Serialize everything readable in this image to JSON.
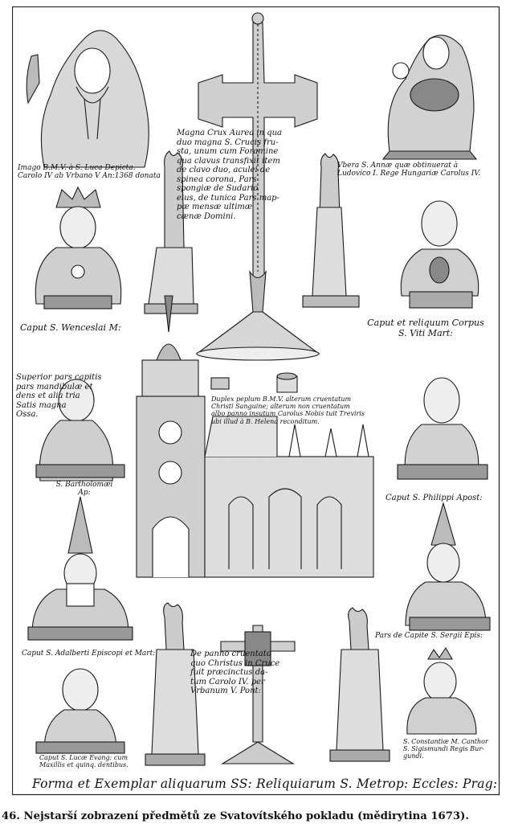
{
  "engraving": {
    "labels": {
      "imago": "Imago B.M.V. à S. Luca Depicta.\nCarolo IV ab Vrbano V An:1368 donata",
      "ubera": "Vbera S. Annæ quæ obtinuerat à\nLudovico I. Rege Hungariæ Carolus IV.",
      "magna_crux": "Magna Crux Aurea in qua\nduo magna S. Crucis fru-\nsta, unum cum Foramine\nqua clavus transfixit item\nde clavo duo, aculei de\nspinea corona, Pars\nspongiæ de Sudario\neius, de tunica Pars map-\npæ mensæ ultimæ\ncænæ Domini.",
      "caput_wenceslai": "Caput S. Wenceslai M:",
      "caput_viti": "Caput et reliquum Corpus\nS. Viti Mart:",
      "superior_pars": "Superior pars capitis\npars mandibulæ et\ndens et alia tria\nSatis magna\nOssa.",
      "bartholomaei": "S. Bartholomæi\nAp:",
      "duplex_peplum": "Duplex peplum B.M.V. alterum cruentatum\nChristi Sanguine; alterum non cruentatum\nalbo panno insutum Carolus Nobis tuit Treviris\nubi illud à B. Helena reconditum.",
      "caput_philippi": "Caput S. Philippi Apost:",
      "caput_adalberti": "Caput S. Adalberti Episcopi et Mart:",
      "pars_de_capite": "Pars de Capite S. Sergii Epis:",
      "de_panno": "De panno cruentato\nquo Christus in Cruce\nfuit præcinctus da-\ntum Carolo IV. per\nVrbanum V. Pont:",
      "caput_lucae": "Caput S. Lucæ Evang: cum\nMaxillis et quinq. dentibus.",
      "constantiae": "S. Constantiæ M. Canthor\nS. Sigismundi Regis Bur-\ngundi."
    },
    "plate_title": "Forma et Exemplar aliquarum SS: Reliquiarum S. Metrop: Eccles: Prag:"
  },
  "caption": "46. Nejstarší zobrazení předmětů ze Svatovítského pokladu (mědirytina 1673)."
}
